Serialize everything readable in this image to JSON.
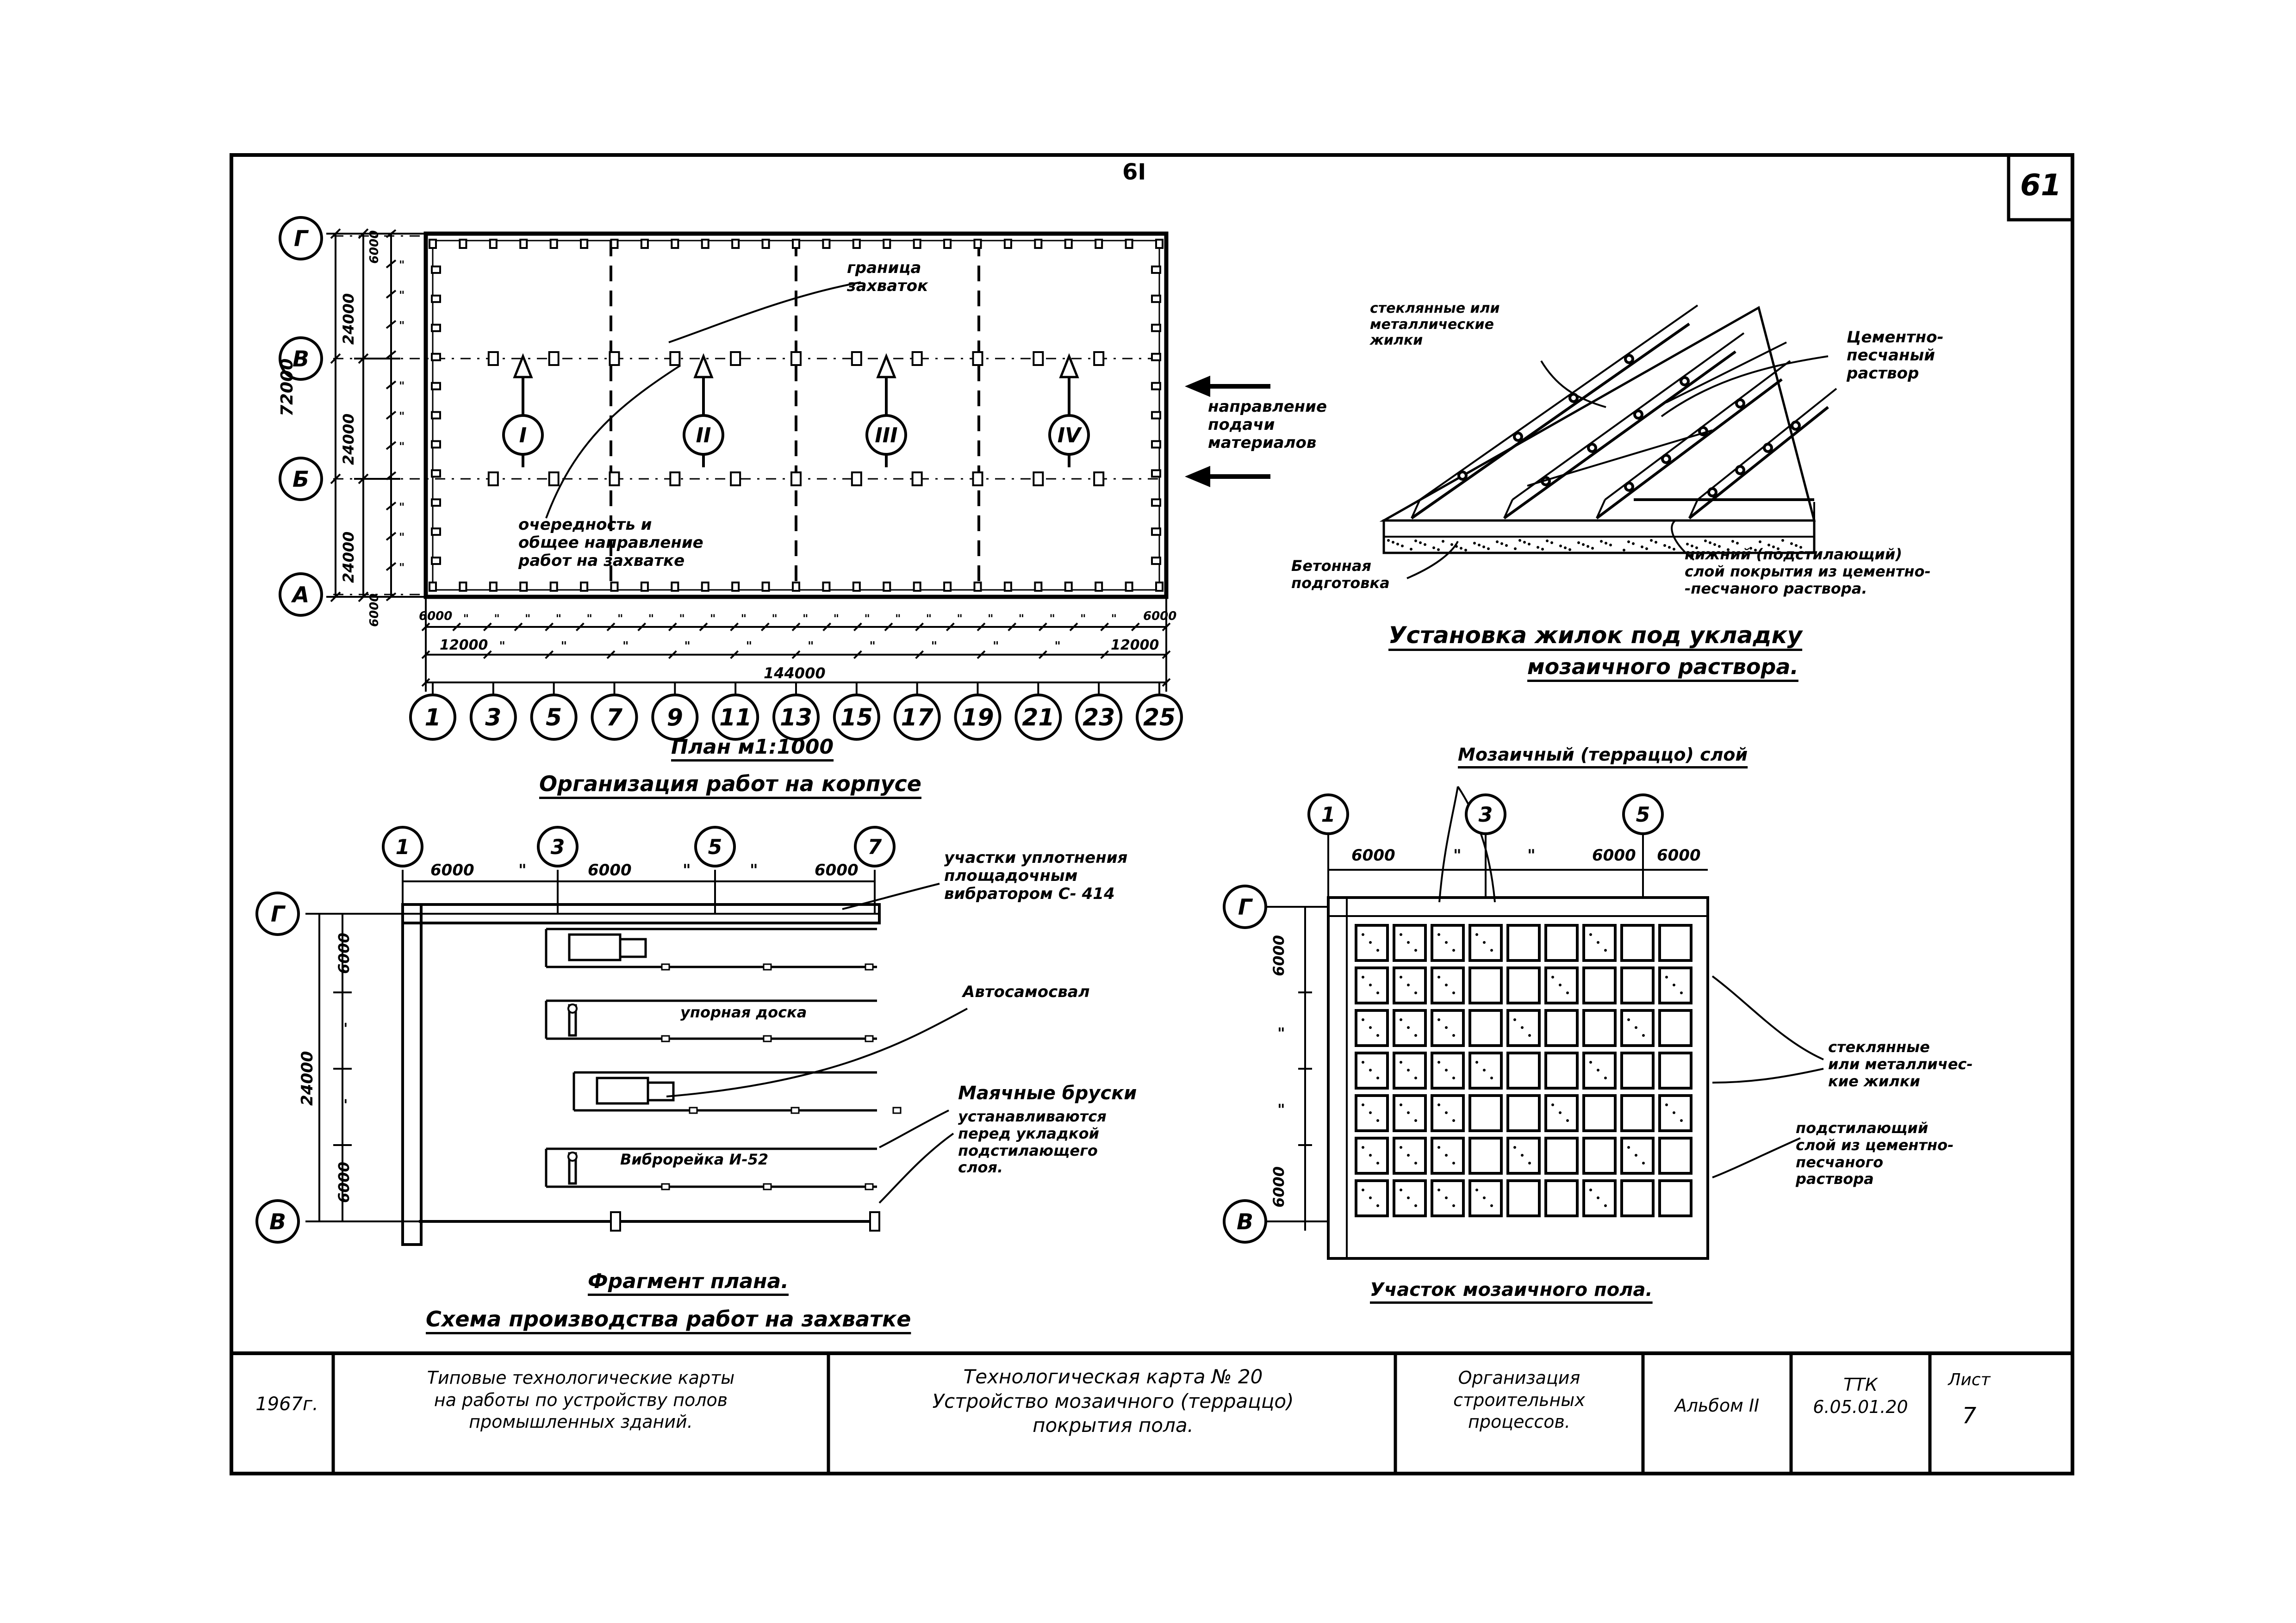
{
  "sheet": {
    "page_number_top": "6I",
    "page_number_corner": "61"
  },
  "plan": {
    "axes_rows": [
      "Г",
      "В",
      "Б",
      "А"
    ],
    "axes_columns": [
      "1",
      "3",
      "5",
      "7",
      "9",
      "11",
      "13",
      "15",
      "17",
      "19",
      "21",
      "23",
      "25"
    ],
    "zones": [
      "I",
      "II",
      "III",
      "IV"
    ],
    "dim_total_width": "144000",
    "dim_end_left": "12000",
    "dim_end_right": "12000",
    "dim_step": "6000",
    "dim_step_right": "6000",
    "dim_total_height": "72000",
    "dim_bay1": "24000",
    "dim_bay2": "24000",
    "dim_bay3": "24000",
    "dim_edge_top": "6000",
    "dim_edge_bottom": "6000",
    "ditto_mark": "\"",
    "label_boundary": "граница\nзахваток",
    "label_sequence": "очередность и\nобщее направление\nработ на захватке",
    "label_direction": "направление\nподачи\nматериалов",
    "title": "План м1:1000",
    "subtitle": "Организация работ на корпусе"
  },
  "strips": {
    "label_strips": "стеклянные или\nметаллические\nжилки",
    "label_cement": "Цементно-\nпесчаный\nраствор",
    "label_concrete": "Бетонная\nподготовка",
    "label_lower": "нижний (подстилающий)\nслой покрытия из цементно-\n-песчаного раствора.",
    "title_line1": "Установка жилок под укладку",
    "title_line2": "мозаичного раствора."
  },
  "fragment": {
    "axes_columns": [
      "1",
      "3",
      "5",
      "7"
    ],
    "axes_rows": [
      "Г",
      "В"
    ],
    "dim_step": "6000",
    "dim_total": "24000",
    "ditto_mark": "\"",
    "label_compaction": "участки уплотнения\nплощадочным\nвибратором С- 414",
    "label_truck": "Автосамосвал",
    "label_board": "упорная доска",
    "label_beacons": "Маячные бруски",
    "label_beacons_note": "устанавливаются\nперед укладкой\nподстилающего\nслоя.",
    "label_vibro": "Виброрейка И-52",
    "title": "Фрагмент плана.",
    "subtitle": "Схема производства работ на захватке"
  },
  "mosaic": {
    "axes_columns": [
      "1",
      "3",
      "5"
    ],
    "axes_rows": [
      "Г",
      "В"
    ],
    "dim_step": "6000",
    "dim_last": "6000",
    "ditto_mark": "\"",
    "label_top": "Мозаичный (терраццо) слой",
    "label_strips": "стеклянные\nили металличес-\nкие жилки",
    "label_under": "подстилающий\nслой из цементно-\nпесчаного\nраствора",
    "title": "Участок мозаичного пола."
  },
  "title_block": {
    "year": "1967г.",
    "series": "Типовые технологические карты\nна работы по устройству полов\nпромышленных зданий.",
    "card": "Технологическая карта № 20\nУстройство мозаичного (терраццо)\nпокрытия пола.",
    "section": "Организация\nстроительных\nпроцессов.",
    "album": "Альбом II",
    "code": "ТТК\n6.05.01.20",
    "sheet_label": "Лист",
    "sheet_number": "7"
  }
}
